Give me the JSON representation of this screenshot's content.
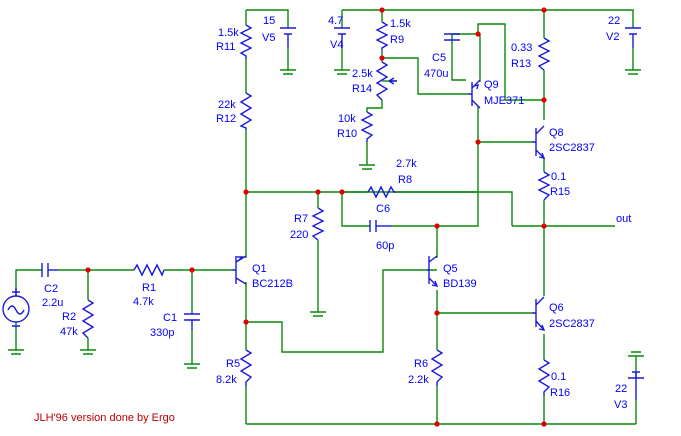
{
  "components": {
    "V5": {
      "label": "V5",
      "value": "15"
    },
    "V4": {
      "label": "V4",
      "value": "4.7"
    },
    "V2": {
      "label": "V2",
      "value": "22"
    },
    "V3": {
      "label": "V3",
      "value": "22"
    },
    "R11": {
      "label": "R11",
      "value": "1.5k"
    },
    "R12": {
      "label": "R12",
      "value": "22k"
    },
    "R9": {
      "label": "R9",
      "value": "1.5k"
    },
    "R14": {
      "label": "R14",
      "value": "2.5k"
    },
    "R10": {
      "label": "R10",
      "value": "10k"
    },
    "R13": {
      "label": "R13",
      "value": "0.33"
    },
    "R8": {
      "label": "R8",
      "value": "2.7k"
    },
    "R7": {
      "label": "R7",
      "value": "220"
    },
    "R15": {
      "label": "R15",
      "value": "0.1"
    },
    "R16": {
      "label": "R16",
      "value": "0.1"
    },
    "R1": {
      "label": "R1",
      "value": "4.7k"
    },
    "R2": {
      "label": "R2",
      "value": "47k"
    },
    "R5": {
      "label": "R5",
      "value": "8.2k"
    },
    "R6": {
      "label": "R6",
      "value": "2.2k"
    },
    "C5": {
      "label": "C5",
      "value": "470u"
    },
    "C6": {
      "label": "C6",
      "value": "60p"
    },
    "C2": {
      "label": "C2",
      "value": "2.2u"
    },
    "C1": {
      "label": "C1",
      "value": "330p"
    },
    "Q9": {
      "label": "Q9",
      "part": "MJE371"
    },
    "Q8": {
      "label": "Q8",
      "part": "2SC2837"
    },
    "Q1": {
      "label": "Q1",
      "part": "BC212B"
    },
    "Q5": {
      "label": "Q5",
      "part": "BD139"
    },
    "Q6": {
      "label": "Q6",
      "part": "2SC2837"
    }
  },
  "output_label": "out",
  "footer": "JLH'96 version done by Ergo",
  "colors": {
    "wire": "#0a8a0a",
    "component": "#1a1ad8",
    "label": "#0000ff",
    "junction": "#e00000",
    "footer": "#c00000"
  }
}
